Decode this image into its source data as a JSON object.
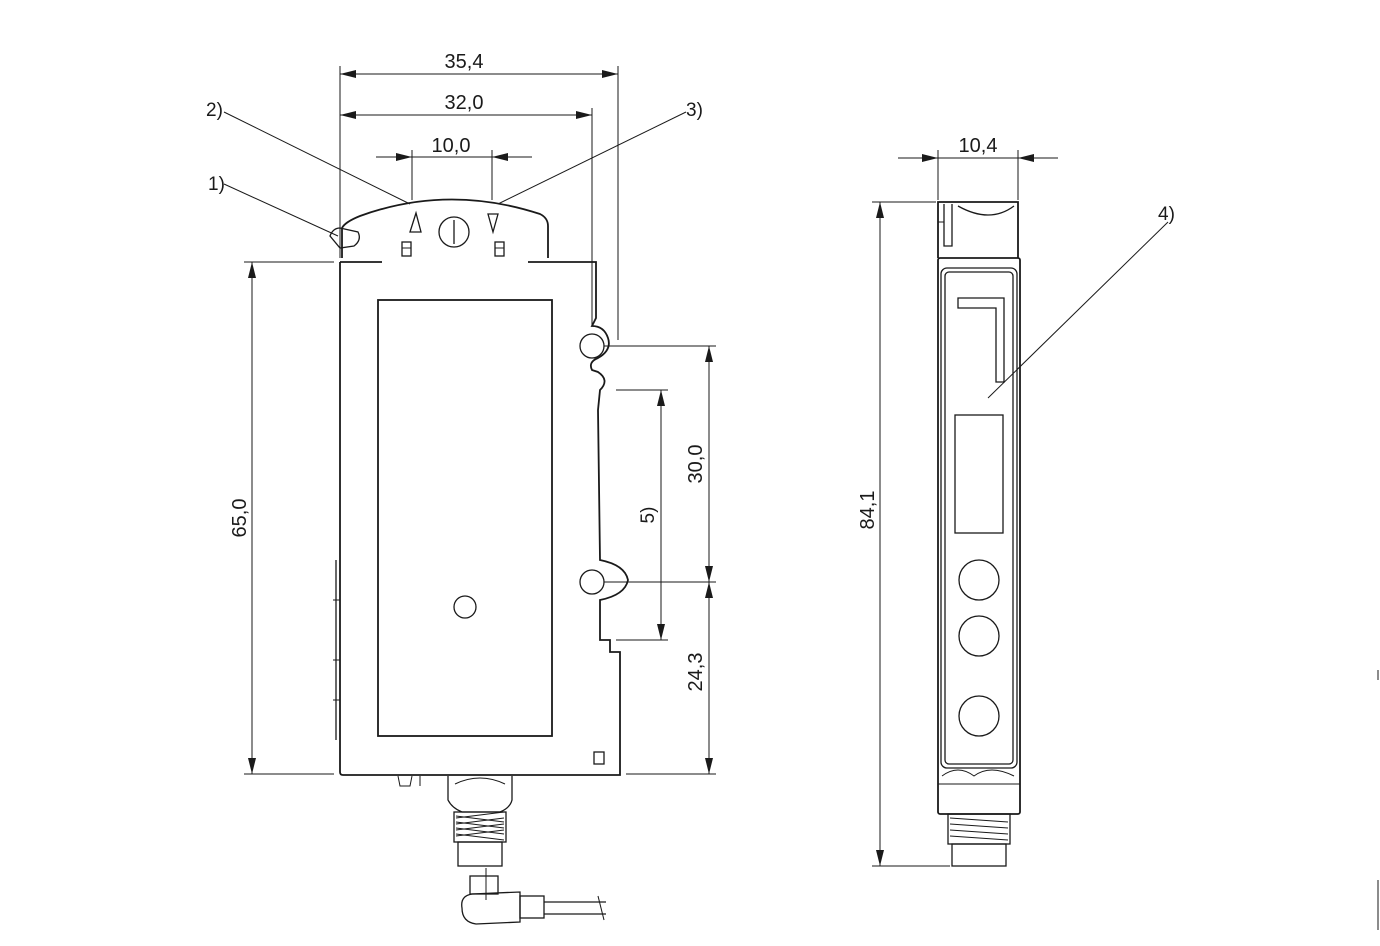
{
  "front_view": {
    "dim_overall_width": "35,4",
    "dim_body_width": "32,0",
    "dim_indicator_spacing": "10,0",
    "dim_body_height": "65,0",
    "dim_hole_spacing": "30,0",
    "dim_bottom_offset": "24,3",
    "callout_1": "1)",
    "callout_2": "2)",
    "callout_3": "3)",
    "callout_5": "5)"
  },
  "side_view": {
    "dim_width": "10,4",
    "dim_height": "84,1",
    "callout_4": "4)"
  }
}
